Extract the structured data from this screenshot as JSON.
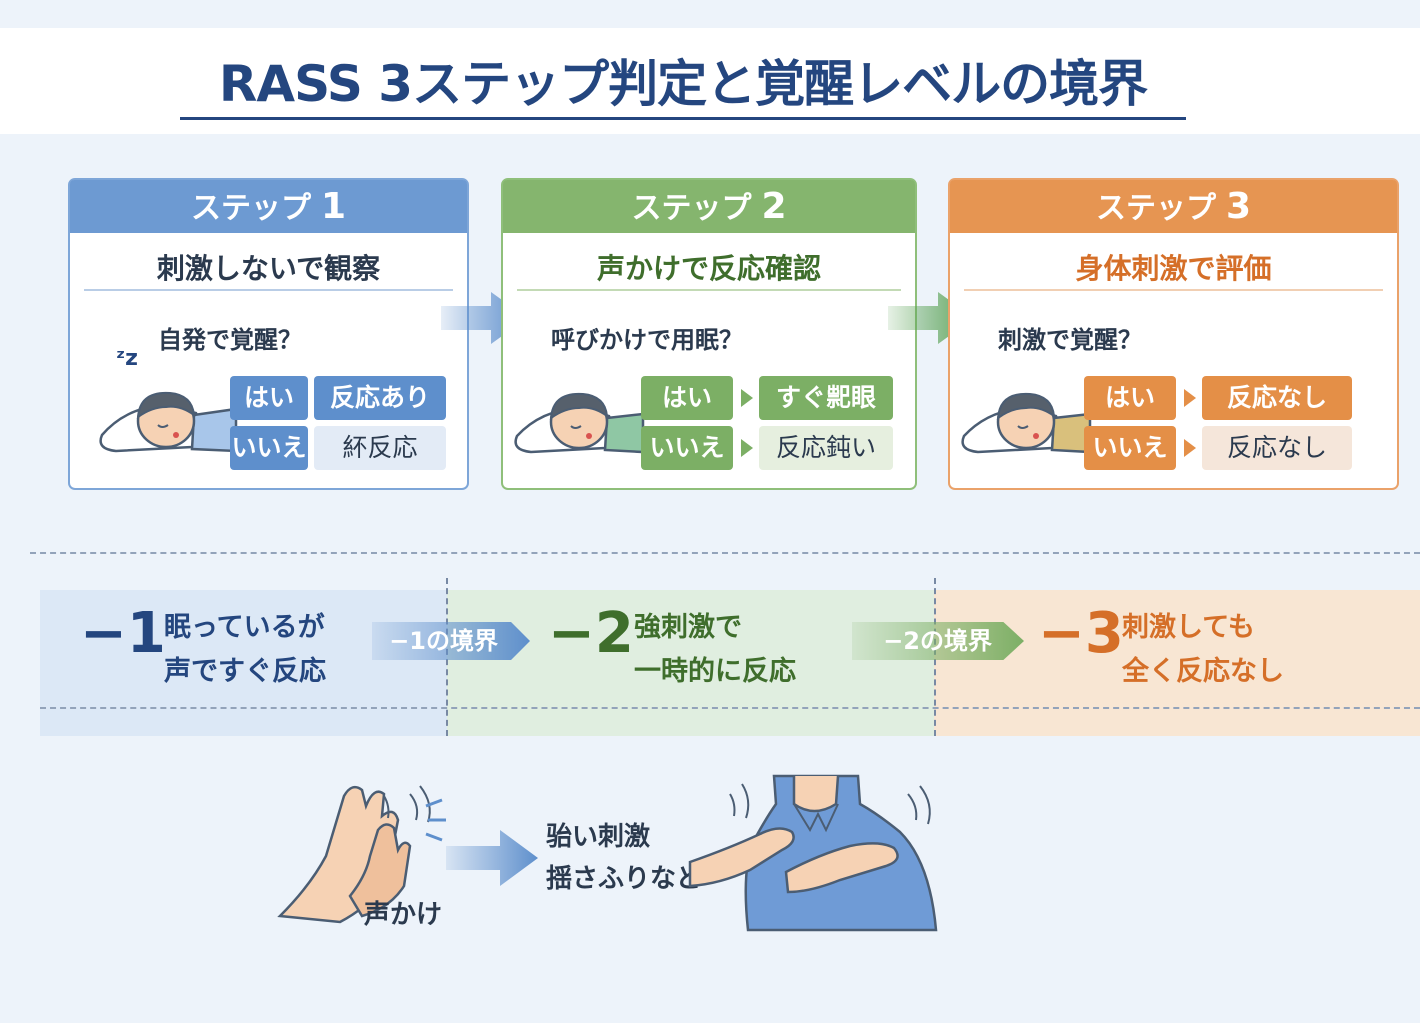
{
  "title": "RASS 3ステップ判定と覚醒レベルの境界",
  "colors": {
    "step1": "#5e8fcc",
    "step2": "#7caf65",
    "step3": "#e48f47",
    "title": "#24467f"
  },
  "steps": [
    {
      "label": "ステップ",
      "number": "1",
      "heading": "刺激しないで観察",
      "question": "自発で覚醒？",
      "icon": "sleeping-patient-icon",
      "rows": [
        {
          "answer": "はい",
          "result": "反応あり"
        },
        {
          "answer": "いいえ",
          "result": "紑反応"
        }
      ]
    },
    {
      "label": "ステップ",
      "number": "2",
      "heading": "声かけで反応確認",
      "question": "呼びかけで用眠？",
      "icon": "sleeping-patient-icon",
      "rows": [
        {
          "answer": "はい",
          "result": "すぐ䄐眼"
        },
        {
          "answer": "いいえ",
          "result": "反応鈍い"
        }
      ]
    },
    {
      "label": "ステップ",
      "number": "3",
      "heading": "身体刺激で評価",
      "question": "刺激で覚醒？",
      "icon": "sleeping-patient-icon",
      "rows": [
        {
          "answer": "はい",
          "result": "反応なし"
        },
        {
          "answer": "いいえ",
          "result": "反応なし"
        }
      ]
    }
  ],
  "levels": [
    {
      "value": "−1",
      "line1": "眠っているが",
      "line2": "声ですぐ反応"
    },
    {
      "value": "−2",
      "line1": "強刺激で",
      "line2": "一時的に反応"
    },
    {
      "value": "−3",
      "line1": "刺激しても",
      "line2": "全く反応なし"
    }
  ],
  "boundaries": [
    "−1の境界",
    "−2の境界"
  ],
  "bottom": {
    "voice_label": "声かけ",
    "stimulus_line1": "骀い刺激",
    "stimulus_line2": "揺さふりなど"
  }
}
